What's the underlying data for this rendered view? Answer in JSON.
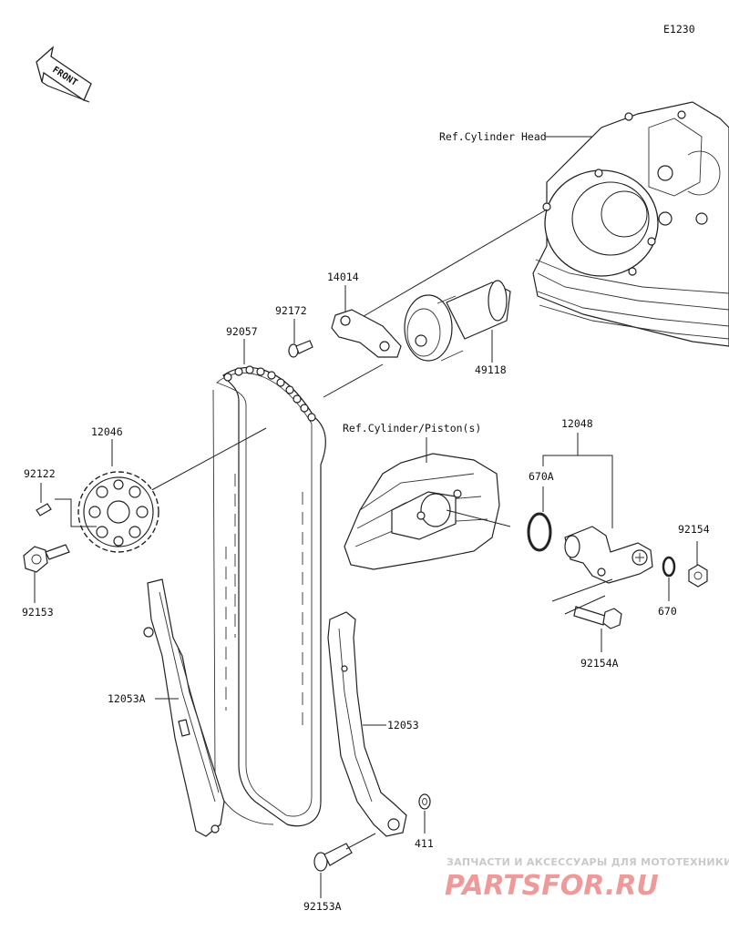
{
  "diagram": {
    "code": "E1230",
    "front_marker": "FRONT",
    "refs": {
      "cylinder_head": "Ref.Cylinder Head",
      "cylinder_piston": "Ref.Cylinder/Piston(s)"
    },
    "parts": {
      "p14014": "14014",
      "p92172": "92172",
      "p92057": "92057",
      "p49118": "49118",
      "p12046": "12046",
      "p92122": "92122",
      "p92153": "92153",
      "p12048": "12048",
      "p670A": "670A",
      "p92154": "92154",
      "p670": "670",
      "p92154A": "92154A",
      "p12053A": "12053A",
      "p12053": "12053",
      "p411": "411",
      "p92153A": "92153A"
    }
  },
  "watermark": {
    "tagline": "ЗАПЧАСТИ И АКСЕССУАРЫ ДЛЯ МОТОТЕХНИКИ",
    "logo": "PARTSFOR.RU"
  }
}
